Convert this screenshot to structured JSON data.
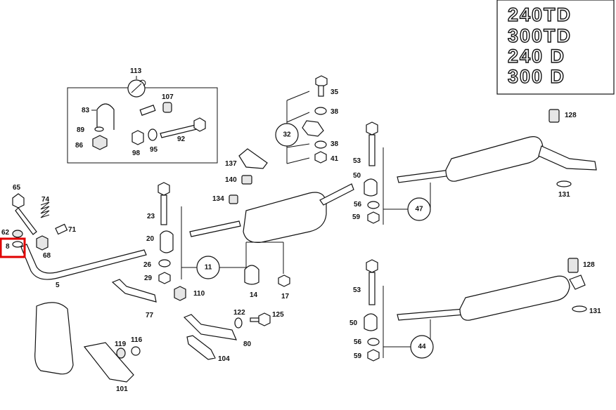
{
  "models": [
    "240TD",
    "300TD",
    "240 D",
    "300 D"
  ],
  "kit_labels": {
    "k113": "113",
    "k11": "11",
    "k32": "32",
    "k47": "47",
    "k44": "44"
  },
  "part_labels": {
    "p107": "107",
    "p83": "83",
    "p89": "89",
    "p86": "86",
    "p98": "98",
    "p95": "95",
    "p92": "92",
    "p35": "35",
    "p38a": "38",
    "p38b": "38",
    "p41": "41",
    "p137": "137",
    "p140": "140",
    "p134": "134",
    "p65": "65",
    "p74": "74",
    "p62": "62",
    "p8": "8",
    "p68": "68",
    "p71": "71",
    "p5": "5",
    "p23": "23",
    "p20": "20",
    "p26": "26",
    "p29": "29",
    "p110": "110",
    "p14": "14",
    "p17": "17",
    "p77": "77",
    "p122": "122",
    "p125": "125",
    "p80": "80",
    "p104": "104",
    "p119": "119",
    "p116": "116",
    "p101": "101",
    "p53a": "53",
    "p50a": "50",
    "p56a": "56",
    "p59a": "59",
    "p128a": "128",
    "p131a": "131",
    "p53b": "53",
    "p50b": "50",
    "p56b": "56",
    "p59b": "59",
    "p128b": "128",
    "p131b": "131"
  },
  "highlight": {
    "label": "8",
    "color": "#e00000"
  }
}
